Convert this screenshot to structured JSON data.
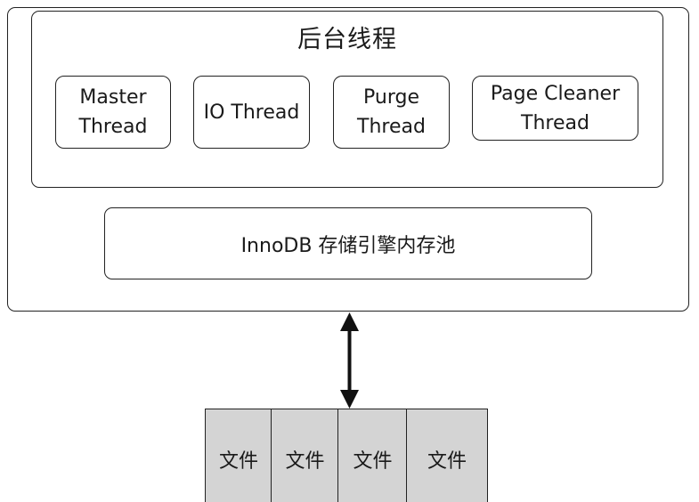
{
  "background_threads": {
    "title": "后台线程",
    "threads": [
      {
        "label": "Master\nThread"
      },
      {
        "label": "IO Thread"
      },
      {
        "label": "Purge\nThread"
      },
      {
        "label": "Page Cleaner\nThread"
      }
    ]
  },
  "buffer_pool": {
    "label": "InnoDB 存储引擎内存池"
  },
  "files": [
    {
      "label": "文件"
    },
    {
      "label": "文件"
    },
    {
      "label": "文件"
    },
    {
      "label": "文件"
    }
  ]
}
